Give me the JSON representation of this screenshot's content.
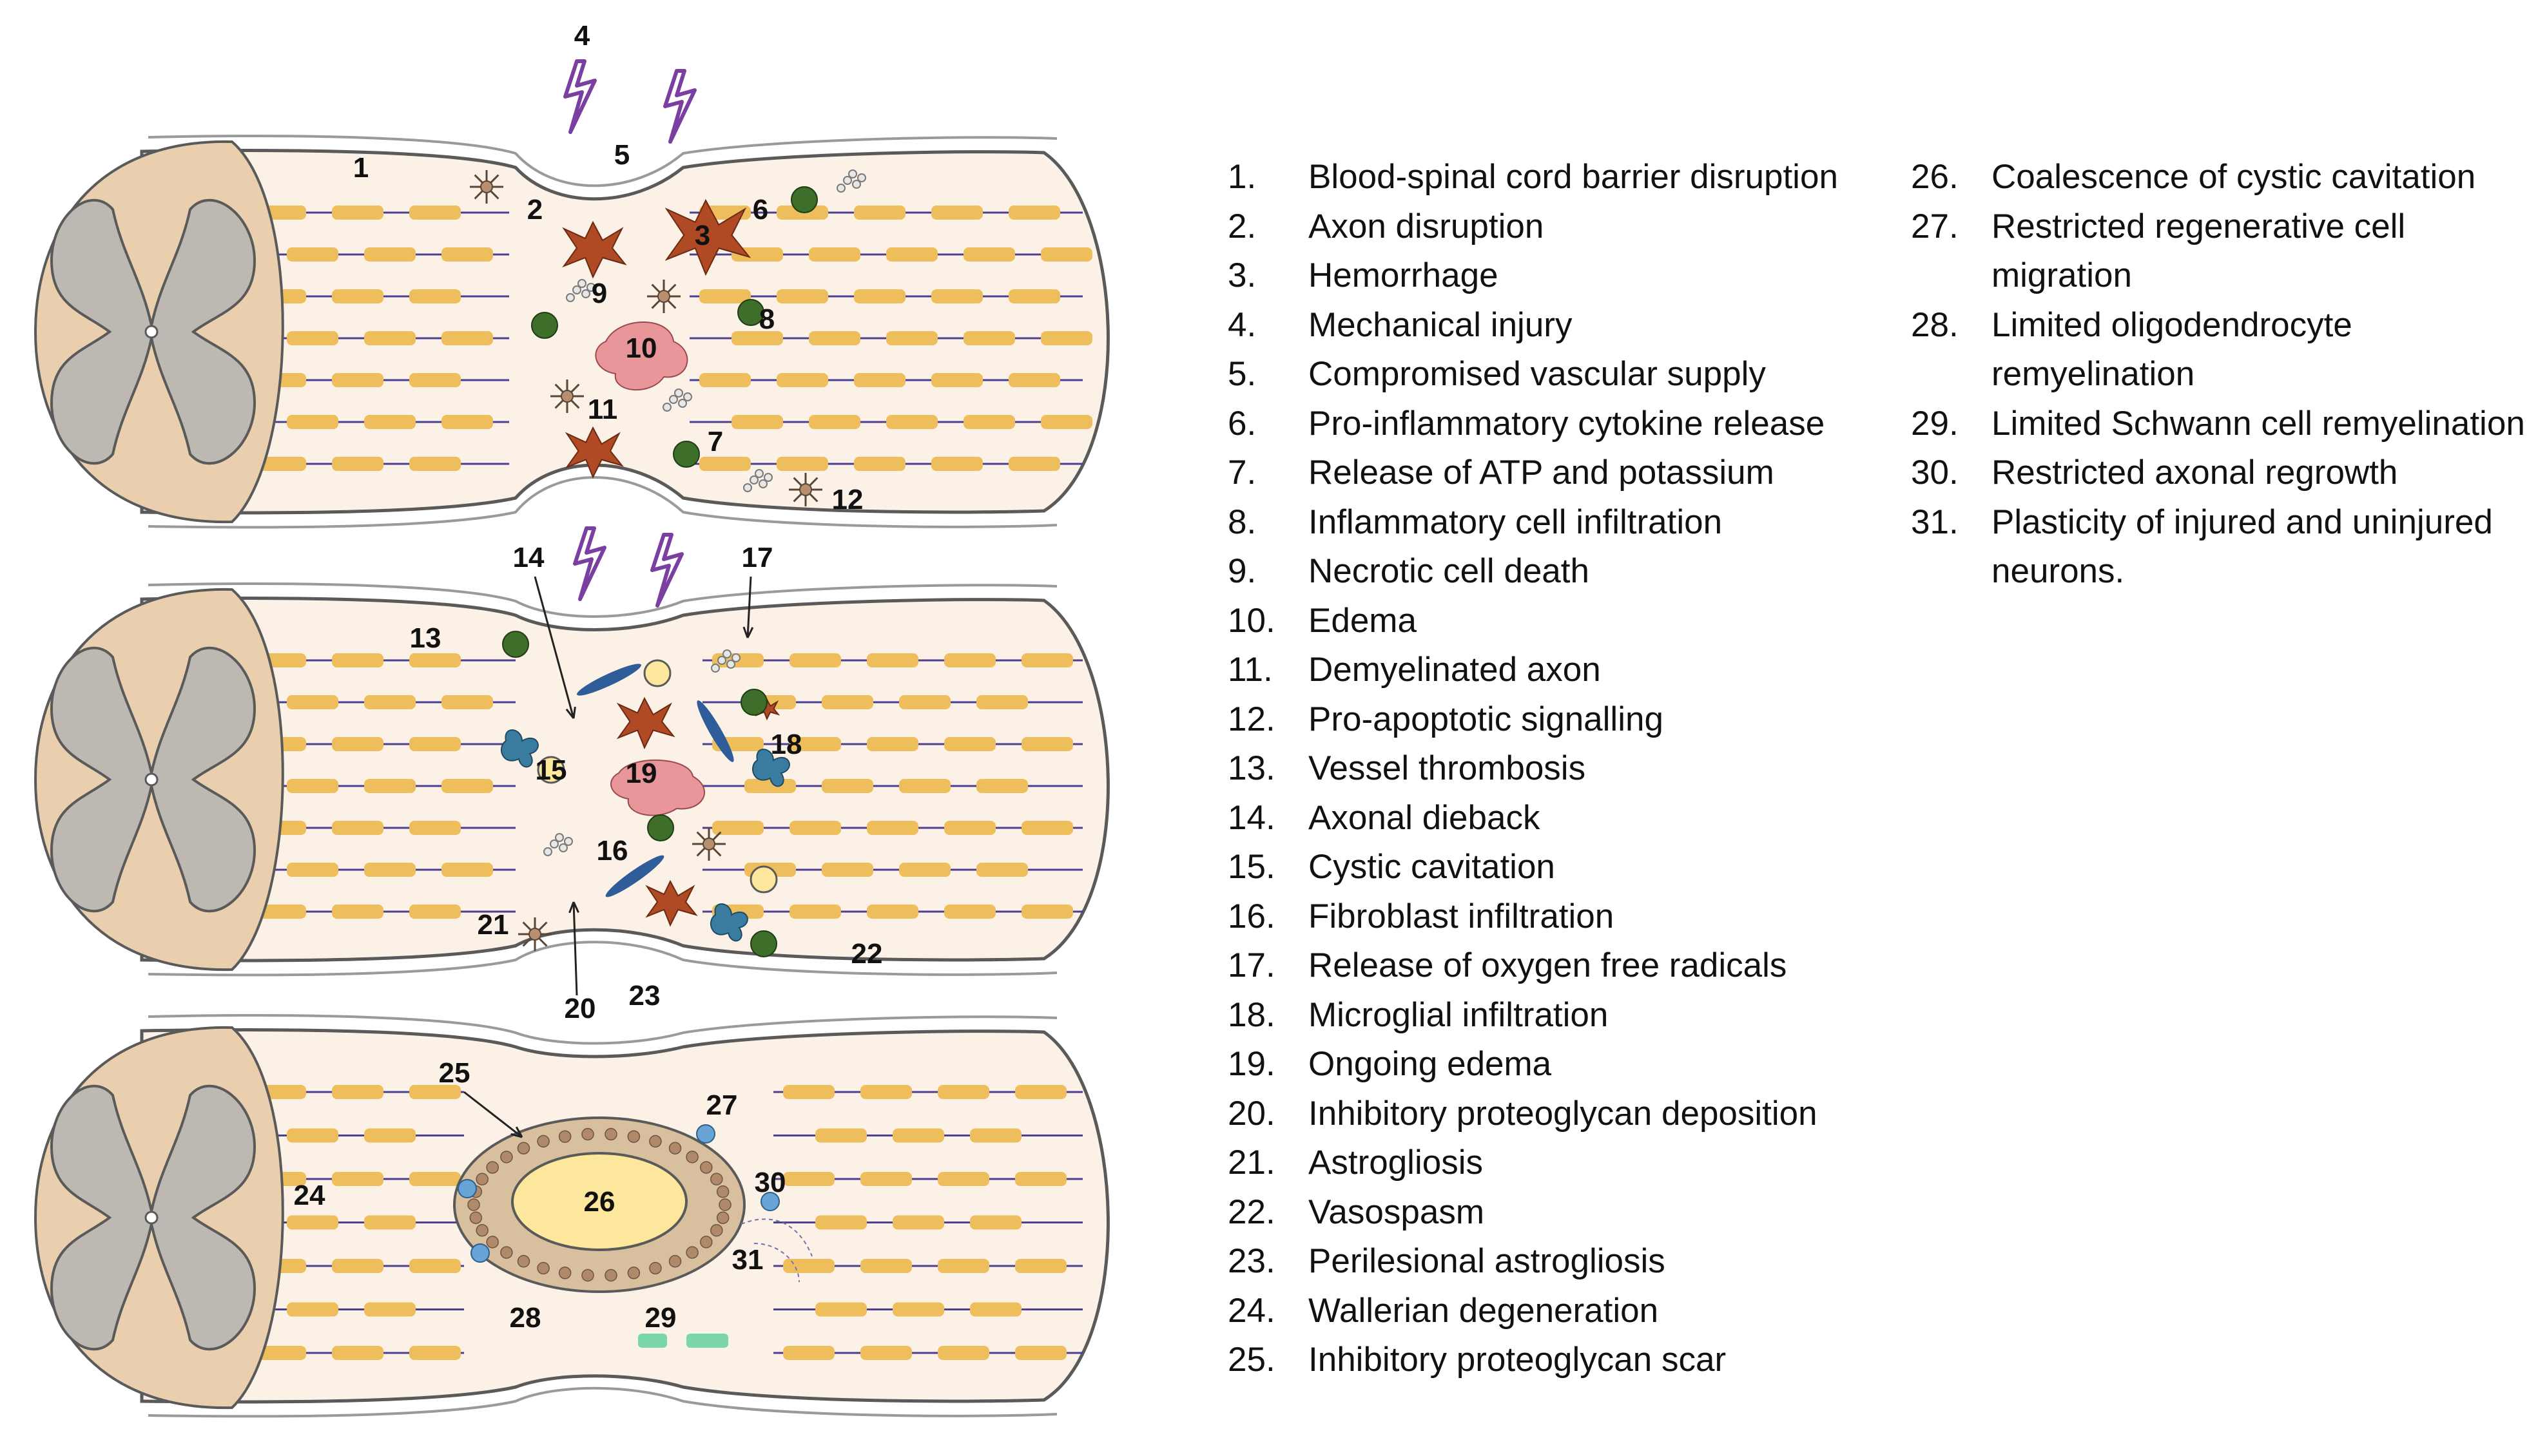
{
  "colors": {
    "cord_fill": "#fcf1e6",
    "outline": "#5a5a5a",
    "myelin": "#eebe5c",
    "axon": "#4b3f92",
    "cross_section_outer": "#e9cfae",
    "cross_section_inner": "#bdb8b2",
    "hemorrhage": "#b04a24",
    "edema": "#e9969a",
    "inflammatory_cell": "#3d6e2a",
    "microglia": "#3a7ca0",
    "cyst": "#fde79d",
    "scar": "#d8bf9e",
    "lightning": "#7a3fa0",
    "schwann": "#7bd7a8",
    "text": "#111111"
  },
  "diagram": {
    "icons": [
      "spinal-cross-section-icon",
      "lightning-bolt-icon",
      "hemorrhage-icon",
      "edema-icon",
      "inflammatory-cell-icon",
      "microglia-icon",
      "astrocyte-icon",
      "fibroblast-icon",
      "cyst-icon",
      "glial-scar-icon"
    ],
    "callouts": [
      "1",
      "2",
      "3",
      "4",
      "5",
      "6",
      "7",
      "8",
      "9",
      "10",
      "11",
      "12",
      "13",
      "14",
      "15",
      "16",
      "17",
      "18",
      "19",
      "20",
      "21",
      "22",
      "23",
      "24",
      "25",
      "26",
      "27",
      "28",
      "29",
      "30",
      "31"
    ]
  },
  "legend": {
    "items": [
      {
        "num": "1.",
        "text": [
          "Blood-spinal cord barrier disruption"
        ]
      },
      {
        "num": "2.",
        "text": [
          "Axon disruption"
        ]
      },
      {
        "num": "3.",
        "text": [
          "Hemorrhage"
        ]
      },
      {
        "num": "4.",
        "text": [
          "Mechanical injury"
        ]
      },
      {
        "num": "5.",
        "text": [
          "Compromised vascular supply"
        ]
      },
      {
        "num": "6.",
        "text": [
          "Pro-inflammatory cytokine release"
        ]
      },
      {
        "num": "7.",
        "text": [
          "Release of ATP and potassium"
        ]
      },
      {
        "num": "8.",
        "text": [
          "Inflammatory cell infiltration"
        ]
      },
      {
        "num": "9.",
        "text": [
          "Necrotic cell death"
        ]
      },
      {
        "num": "10.",
        "text": [
          "Edema"
        ]
      },
      {
        "num": "11.",
        "text": [
          "Demyelinated axon"
        ]
      },
      {
        "num": "12.",
        "text": [
          "Pro-apoptotic  signalling"
        ]
      },
      {
        "num": "13.",
        "text": [
          "Vessel thrombosis"
        ]
      },
      {
        "num": "14.",
        "text": [
          "Axonal dieback"
        ]
      },
      {
        "num": "15.",
        "text": [
          "Cystic cavitation"
        ]
      },
      {
        "num": "16.",
        "text": [
          "Fibroblast infiltration"
        ]
      },
      {
        "num": "17.",
        "text": [
          "Release of oxygen free radicals"
        ]
      },
      {
        "num": "18.",
        "text": [
          "Microglial infiltration"
        ]
      },
      {
        "num": "19.",
        "text": [
          "Ongoing  edema"
        ]
      },
      {
        "num": "20.",
        "text": [
          "Inhibitory proteoglycan deposition"
        ]
      },
      {
        "num": "21.",
        "text": [
          "Astrogliosis"
        ]
      },
      {
        "num": "22.",
        "text": [
          "Vasospasm"
        ]
      },
      {
        "num": "23.",
        "text": [
          "Perilesional astrogliosis"
        ]
      },
      {
        "num": "24.",
        "text": [
          "Wallerian degeneration"
        ]
      },
      {
        "num": "25.",
        "text": [
          "Inhibitory proteoglycan  scar"
        ]
      },
      {
        "num": "26.",
        "text": [
          "Coalescence of cystic cavitation"
        ]
      },
      {
        "num": "27.",
        "text": [
          "Restricted regenerative cell",
          "migration"
        ]
      },
      {
        "num": "28.",
        "text": [
          "Limited oligodendrocyte",
          "remyelination"
        ]
      },
      {
        "num": "29.",
        "text": [
          "Limited Schwann  cell remyelination"
        ]
      },
      {
        "num": "30.",
        "text": [
          "Restricted axonal regrowth"
        ]
      },
      {
        "num": "31.",
        "text": [
          "Plasticity of injured and uninjured",
          "neurons."
        ]
      }
    ]
  }
}
